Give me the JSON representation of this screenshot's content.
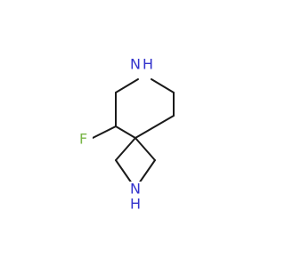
{
  "structure": {
    "atoms": {
      "nh_piperidine_n": "N",
      "nh_piperidine_h": "H",
      "nh_azetidine_n": "N",
      "nh_azetidine_h": "H",
      "fluorine": "F"
    }
  },
  "colors": {
    "bond": "#1a1a1a",
    "nitrogen": "#3333cc",
    "fluorine": "#7ab648"
  }
}
